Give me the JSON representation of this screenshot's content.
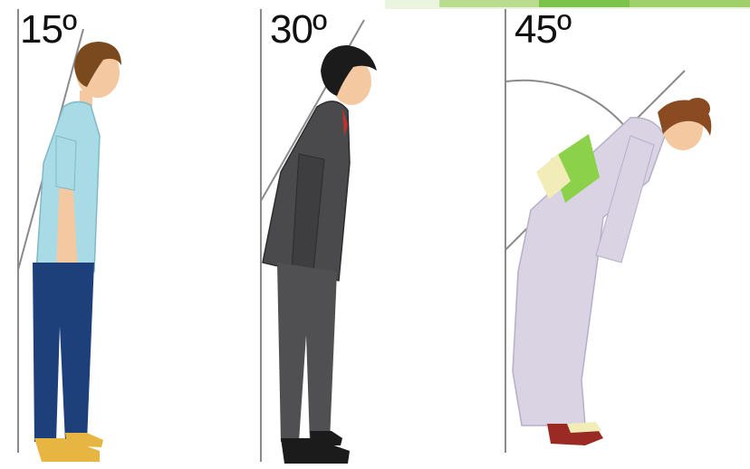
{
  "panels": [
    {
      "label": "15º",
      "angle": 15,
      "figure": "man-casual"
    },
    {
      "label": "30º",
      "angle": 30,
      "figure": "man-suit"
    },
    {
      "label": "45º",
      "angle": 45,
      "figure": "woman-kimono"
    }
  ],
  "colors": {
    "shirt": "#a9dbe6",
    "jeans": "#1d3f7a",
    "hair_brown": "#7a4a1e",
    "suit": "#4a4a4c",
    "kimono": "#d9d3e3",
    "obi": "#8bd24a",
    "shoes_yellow": "#e7b642",
    "shoes_red": "#9b2a24",
    "guide_line": "#8a8a8a",
    "top_strip": "#7cc34c"
  }
}
